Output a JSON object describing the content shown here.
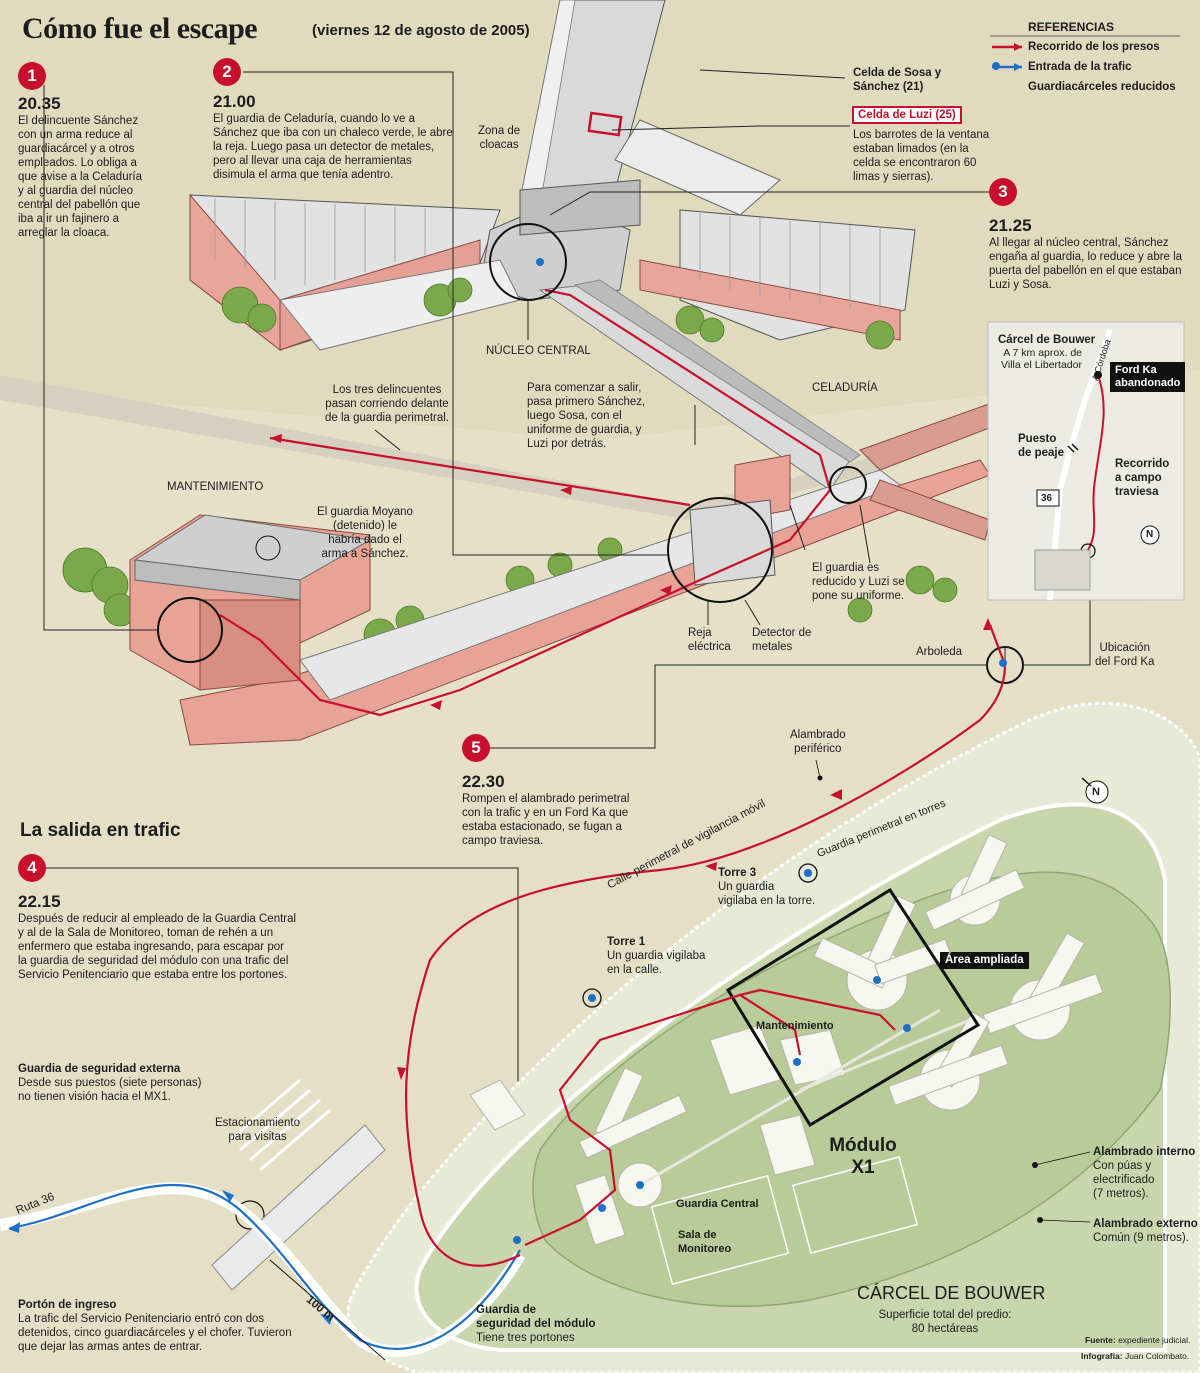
{
  "header": {
    "title": "Cómo fue el escape",
    "date": "(viernes 12 de agosto de 2005)"
  },
  "legend": {
    "title": "REFERENCIAS",
    "items": [
      {
        "label": "Recorrido de los presos",
        "color": "#c8102e"
      },
      {
        "label": "Entrada de la trafic",
        "color": "#1e6fc8"
      },
      {
        "label": "Guardiacárceles reducidos",
        "color": "#1e6fc8"
      }
    ]
  },
  "steps": [
    {
      "number": "1",
      "time": "20.35",
      "text": [
        "El delincuente Sánchez",
        "con un arma reduce al",
        "guardiacárcel y a otros",
        "empleados. Lo obliga a",
        "que avise a la Celaduría",
        "y al guardia del núcleo",
        "central del pabellón que",
        "iba a ir un fajinero a",
        "arreglar la cloaca."
      ]
    },
    {
      "number": "2",
      "time": "21.00",
      "text": [
        "El guardia de Celaduría, cuando lo ve a",
        "Sánchez que iba con un chaleco verde, le abre",
        "la reja. Luego pasa un detector de metales,",
        "pero al llevar una caja de herramientas",
        "disimula el arma que tenía adentro."
      ]
    },
    {
      "number": "3",
      "time": "21.25",
      "text": [
        "Al llegar al núcleo central, Sánchez",
        "engaña al guardia, lo reduce y abre la",
        "puerta del pabellón en el que estaban",
        "Luzi y Sosa."
      ]
    },
    {
      "number": "4",
      "time": "22.15",
      "text": [
        "Después de reducir al empleado de la Guardia Central",
        "y al de la Sala de Monitoreo, toman de rehén a un",
        "enfermero que estaba ingresando, para escapar por",
        "la guardia de seguridad del módulo con una trafic del",
        "Servicio Penitenciario que estaba entre los portones."
      ]
    },
    {
      "number": "5",
      "time": "22.30",
      "text": [
        "Rompen el alambrado perimetral",
        "con la trafic y en un Ford Ka que",
        "estaba estacionado, se fugan a",
        "campo traviesa."
      ]
    }
  ],
  "labels": {
    "celda_sosa": [
      "Celda de Sosa y",
      "Sánchez (21)"
    ],
    "celda_luzi": "Celda de Luzi (25)",
    "barrotes": [
      "Los barrotes de la ventana",
      "estaban limados (en la",
      "celda se encontraron 60",
      "limas y sierras)."
    ],
    "zona_cloacas": [
      "Zona de",
      "cloacas"
    ],
    "nucleo_central": "NÚCLEO CENTRAL",
    "tres_delincuentes": [
      "Los tres delincuentes",
      "pasan corriendo delante",
      "de la guardia perimetral."
    ],
    "para_comenzar": [
      "Para comenzar a salir,",
      "pasa primero Sánchez,",
      "luego Sosa, con el",
      "uniforme de guardia, y",
      "Luzi por detrás."
    ],
    "celaduria": "CELADURÍA",
    "mantenimiento": "MANTENIMIENTO",
    "moyano": [
      "El guardia Moyano",
      "(detenido) le",
      "habría dado el",
      "arma a Sánchez."
    ],
    "guardia_reducido": [
      "El guardia es",
      "reducido y Luzi se",
      "pone su uniforme."
    ],
    "reja": [
      "Reja",
      "eléctrica"
    ],
    "detector": [
      "Detector de",
      "metales"
    ],
    "arboleda": "Arboleda",
    "ubicacion_ford": [
      "Ubicación",
      "del Ford Ka"
    ],
    "alambrado_periferico": [
      "Alambrado",
      "periférico"
    ],
    "salida": "La salida en trafic",
    "calle_vigilancia": "Calle perimetral de vigilancia móvil",
    "guardia_torres": "Guardia perimetral en torres",
    "torre3_title": "Torre 3",
    "torre3_text": [
      "Un guardia",
      "vigilaba en la torre."
    ],
    "torre1_title": "Torre 1",
    "torre1_text": [
      "Un guardia vigilaba",
      "en la calle."
    ],
    "area_ampliada": "Área ampliada",
    "mantenimiento_mapa": "Mantenimiento",
    "modulo": [
      "Módulo",
      "X1"
    ],
    "guardia_central": "Guardia Central",
    "sala_monitoreo": [
      "Sala de",
      "Monitoreo"
    ],
    "guardia_externa_title": "Guardia de seguridad externa",
    "guardia_externa_text": [
      "Desde sus puestos (siete personas)",
      "no tienen visión hacia el MX1."
    ],
    "estacionamiento": [
      "Estacionamiento",
      "para visitas"
    ],
    "ruta36": "Ruta 36",
    "porton_title": "Portón de ingreso",
    "porton_text": [
      "La trafic del Servicio Penitenciario entró con dos",
      "detenidos, cinco guardiacárceles y el chofer. Tuvieron",
      "que dejar las armas antes de entrar."
    ],
    "cien_m": "100 m",
    "guardia_modulo_title": [
      "Guardia de",
      "seguridad del módulo"
    ],
    "guardia_modulo_text": "Tiene tres portones",
    "alambrado_interno_title": "Alambrado interno",
    "alambrado_interno_text": [
      "Con púas y",
      "electrificado",
      "(7 metros)."
    ],
    "alambrado_externo_title": "Alambrado externo",
    "alambrado_externo_text": "Común (9 metros).",
    "carcel_title": "CÁRCEL DE BOUWER",
    "superficie": [
      "Superficie total del predio:",
      "80 hectáreas"
    ],
    "fuente_label": "Fuente:",
    "fuente_value": "expediente judicial.",
    "infografia_label": "Infografía:",
    "infografia_value": "Juan Colombato."
  },
  "inset": {
    "carcel": "Cárcel de Bouwer",
    "distancia": [
      "A 7 km aprox. de",
      "Villa el Libertador"
    ],
    "ford": [
      "Ford Ka",
      "abandonado"
    ],
    "peaje": [
      "Puesto",
      "de peaje"
    ],
    "recorrido": [
      "Recorrido",
      "a campo",
      "traviesa"
    ],
    "cordoba": "A Córdoba",
    "ruta": "36",
    "north": "N"
  },
  "map_north": "N"
}
